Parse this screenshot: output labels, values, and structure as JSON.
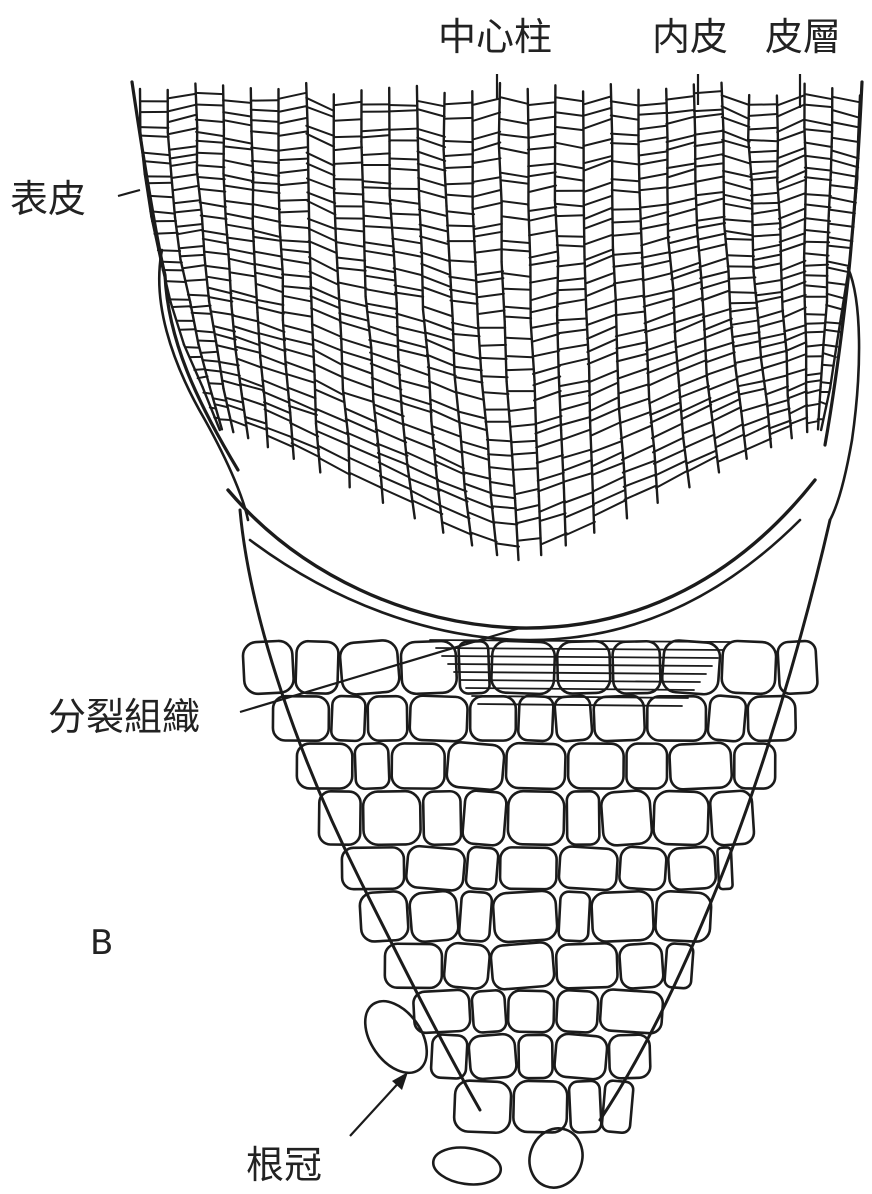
{
  "figure": {
    "panel_letter": "B",
    "labels": {
      "stele": "中心柱",
      "endodermis": "内皮",
      "cortex": "皮層",
      "epidermis": "表皮",
      "meristem": "分裂組織",
      "root_cap": "根冠"
    },
    "colors": {
      "ink": "#1b1b1b",
      "background": "#ffffff"
    }
  }
}
